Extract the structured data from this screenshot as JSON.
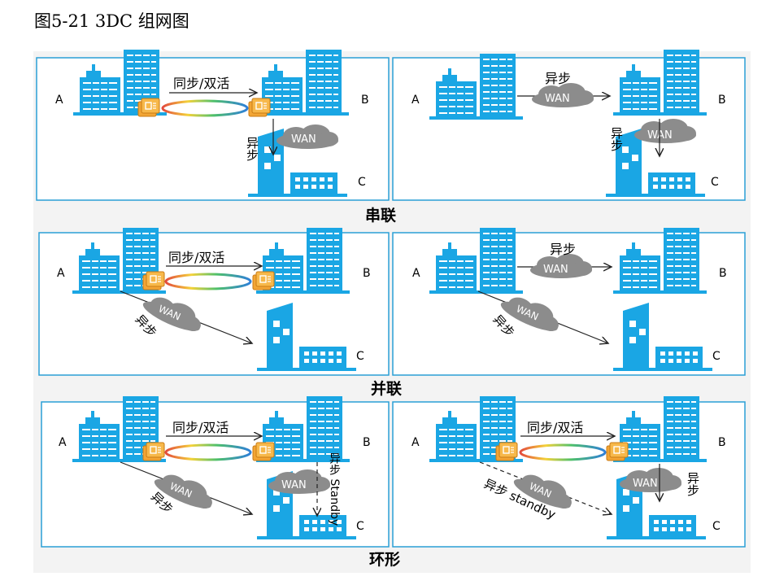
{
  "figure_title": "图5-21  3DC 组网图",
  "labels": {
    "site_a": "A",
    "site_b": "B",
    "site_c": "C",
    "sync_active": "同步/双活",
    "async": "异步",
    "wan": "WAN",
    "async_standby_lower": "异步 standby",
    "async_standby_upper": "异步 Standby"
  },
  "groups": [
    {
      "title": "串联"
    },
    {
      "title": "并联"
    },
    {
      "title": "环形"
    }
  ],
  "colors": {
    "building": "#1aa6e4",
    "panel_border": "#2a9fd6",
    "background": "#f3f3f3",
    "cloud": "#8c8c8c",
    "device": "#f2a535"
  }
}
